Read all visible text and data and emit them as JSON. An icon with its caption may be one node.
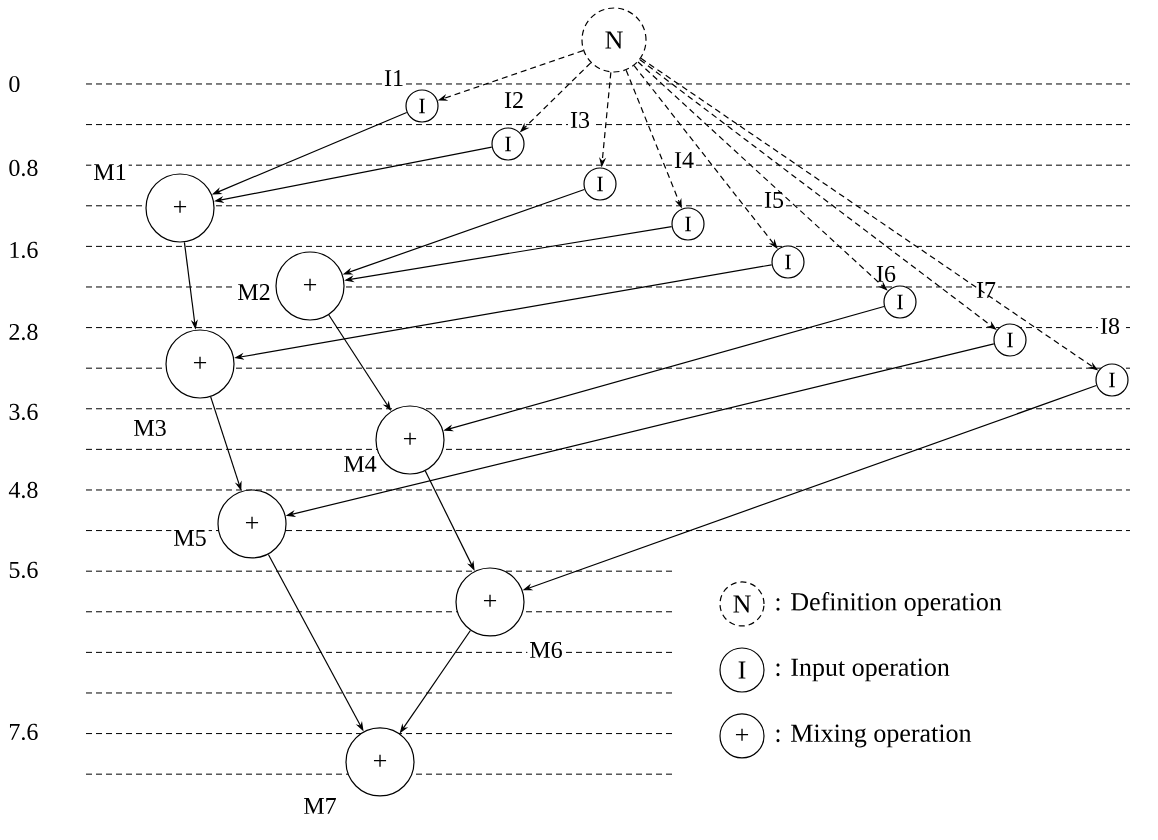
{
  "diagram": {
    "nodes": [
      {
        "text": [
          "N"
        ]
      },
      {
        "text": [
          "I"
        ],
        "beside": [
          "I1"
        ]
      },
      {
        "text": [
          "I"
        ],
        "beside": [
          "I2"
        ]
      },
      {
        "text": [
          "I"
        ],
        "beside": [
          "I3"
        ]
      },
      {
        "text": [
          "I"
        ],
        "beside": [
          "I4"
        ]
      },
      {
        "text": [
          "I"
        ],
        "beside": [
          "I5"
        ]
      },
      {
        "text": [
          "I"
        ],
        "beside": [
          "I6"
        ]
      },
      {
        "text": [
          "I"
        ],
        "beside": [
          "I7"
        ]
      },
      {
        "text": [
          "I"
        ],
        "beside": [
          "I8"
        ]
      },
      {
        "text": [
          "+"
        ],
        "beside": [
          "M1"
        ]
      },
      {
        "text": [
          "+"
        ],
        "beside": [
          "M2"
        ]
      },
      {
        "text": [
          "+"
        ],
        "beside": [
          "M3"
        ]
      },
      {
        "text": [
          "+"
        ],
        "beside": [
          "M4"
        ]
      },
      {
        "text": [
          "+"
        ],
        "beside": [
          "M5"
        ]
      },
      {
        "text": [
          "+"
        ],
        "beside": [
          "M6"
        ]
      },
      {
        "text": [
          "+"
        ],
        "beside": [
          "M7"
        ]
      }
    ],
    "edges": [
      {
        "from": 0,
        "to": 1,
        "arrow": "to",
        "style": "dashed"
      },
      {
        "from": 0,
        "to": 2,
        "arrow": "to",
        "style": "dashed"
      },
      {
        "from": 0,
        "to": 3,
        "arrow": "to",
        "style": "dashed"
      },
      {
        "from": 0,
        "to": 4,
        "arrow": "to",
        "style": "dashed"
      },
      {
        "from": 0,
        "to": 5,
        "arrow": "to",
        "style": "dashed"
      },
      {
        "from": 0,
        "to": 6,
        "arrow": "to",
        "style": "dashed"
      },
      {
        "from": 0,
        "to": 7,
        "arrow": "to",
        "style": "dashed"
      },
      {
        "from": 0,
        "to": 8,
        "arrow": "to",
        "style": "dashed"
      },
      {
        "from": 1,
        "to": 9,
        "arrow": "to"
      },
      {
        "from": 2,
        "to": 9,
        "arrow": "to"
      },
      {
        "from": 3,
        "to": 10,
        "arrow": "to"
      },
      {
        "from": 4,
        "to": 10,
        "arrow": "to"
      },
      {
        "from": 5,
        "to": 11,
        "arrow": "to"
      },
      {
        "from": 6,
        "to": 12,
        "arrow": "to"
      },
      {
        "from": 7,
        "to": 13,
        "arrow": "to"
      },
      {
        "from": 8,
        "to": 14,
        "arrow": "to"
      },
      {
        "from": 9,
        "to": 11,
        "arrow": "to"
      },
      {
        "from": 10,
        "to": 12,
        "arrow": "to"
      },
      {
        "from": 11,
        "to": 13,
        "arrow": "to"
      },
      {
        "from": 12,
        "to": 14,
        "arrow": "to"
      },
      {
        "from": 13,
        "to": 15,
        "arrow": "to"
      },
      {
        "from": 14,
        "to": 15,
        "arrow": "to"
      }
    ],
    "labels": [
      "0",
      "0.8",
      "1.6",
      "2.8",
      "3.6",
      "4.8",
      "5.6",
      "7.6",
      "N",
      "I",
      "+"
    ],
    "legend": [
      {
        "text": ": Definition operation"
      },
      {
        "text": ": Input operation"
      },
      {
        "text": ": Mixing operation"
      }
    ]
  }
}
